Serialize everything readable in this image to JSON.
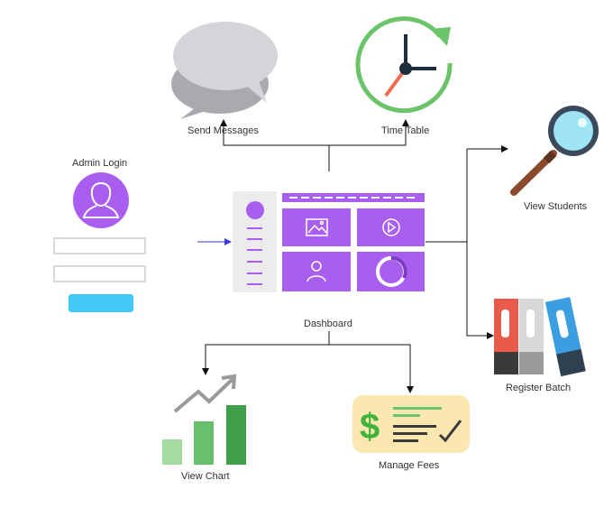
{
  "colors": {
    "purple": "#a95ef0",
    "blue_button": "#44c8f5",
    "connector": "#111111",
    "input_arrow": "#3a3adf",
    "field_border": "#d9d9d9"
  },
  "login": {
    "title": "Admin Login",
    "avatar_icon": "user-avatar-icon",
    "username_field": "",
    "password_field": "",
    "submit_button": ""
  },
  "dashboard": {
    "label": "Dashboard",
    "tiles": [
      "image-icon",
      "play-icon",
      "user-icon",
      "progress-ring-icon"
    ]
  },
  "modules": {
    "send_messages": {
      "label": "Send Messages",
      "icon": "chat-bubbles-icon"
    },
    "time_table": {
      "label": "Time Table",
      "icon": "clock-icon"
    },
    "view_students": {
      "label": "View Students",
      "icon": "magnifier-icon"
    },
    "register_batch": {
      "label": "Register Batch",
      "icon": "binders-icon"
    },
    "view_chart": {
      "label": "View Chart",
      "icon": "bar-chart-icon"
    },
    "manage_fees": {
      "label": "Manage Fees",
      "icon": "fees-invoice-icon"
    }
  }
}
